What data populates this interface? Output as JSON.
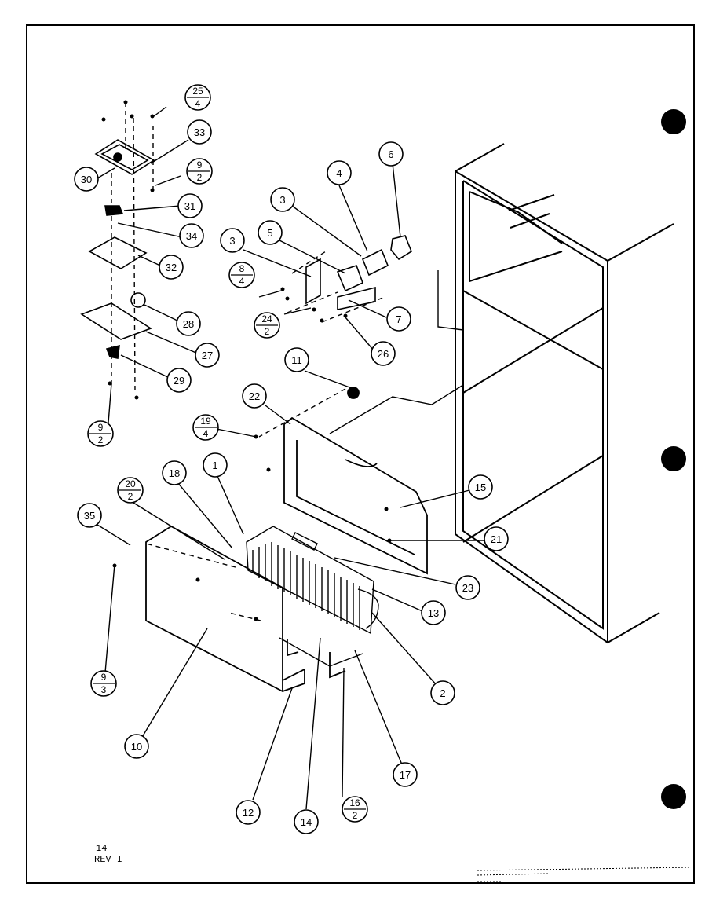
{
  "diagram": {
    "callouts": [
      {
        "id": "c1",
        "label": "1"
      },
      {
        "id": "c2",
        "label": "2"
      },
      {
        "id": "c3a",
        "label": "3"
      },
      {
        "id": "c3b",
        "label": "3"
      },
      {
        "id": "c4",
        "label": "4"
      },
      {
        "id": "c5",
        "label": "5"
      },
      {
        "id": "c6",
        "label": "6"
      },
      {
        "id": "c7",
        "label": "7"
      },
      {
        "id": "c10",
        "label": "10"
      },
      {
        "id": "c11",
        "label": "11"
      },
      {
        "id": "c12",
        "label": "12"
      },
      {
        "id": "c13",
        "label": "13"
      },
      {
        "id": "c14",
        "label": "14"
      },
      {
        "id": "c15",
        "label": "15"
      },
      {
        "id": "c17",
        "label": "17"
      },
      {
        "id": "c18",
        "label": "18"
      },
      {
        "id": "c21",
        "label": "21"
      },
      {
        "id": "c22",
        "label": "22"
      },
      {
        "id": "c23",
        "label": "23"
      },
      {
        "id": "c26",
        "label": "26"
      },
      {
        "id": "c27",
        "label": "27"
      },
      {
        "id": "c28",
        "label": "28"
      },
      {
        "id": "c29",
        "label": "29"
      },
      {
        "id": "c30",
        "label": "30"
      },
      {
        "id": "c31",
        "label": "31"
      },
      {
        "id": "c32",
        "label": "32"
      },
      {
        "id": "c33",
        "label": "33"
      },
      {
        "id": "c34",
        "label": "34"
      },
      {
        "id": "c35",
        "label": "35"
      }
    ],
    "fractions": [
      {
        "id": "f25",
        "top": "25",
        "bottom": "4"
      },
      {
        "id": "f9a",
        "top": "9",
        "bottom": "2"
      },
      {
        "id": "f8",
        "top": "8",
        "bottom": "4"
      },
      {
        "id": "f24",
        "top": "24",
        "bottom": "2"
      },
      {
        "id": "f9b",
        "top": "9",
        "bottom": "2"
      },
      {
        "id": "f19",
        "top": "19",
        "bottom": "4"
      },
      {
        "id": "f20",
        "top": "20",
        "bottom": "2"
      },
      {
        "id": "f9c",
        "top": "9",
        "bottom": "3"
      },
      {
        "id": "f16",
        "top": "16",
        "bottom": "2"
      }
    ]
  },
  "footer": {
    "page": "14",
    "revision": "REV I"
  }
}
